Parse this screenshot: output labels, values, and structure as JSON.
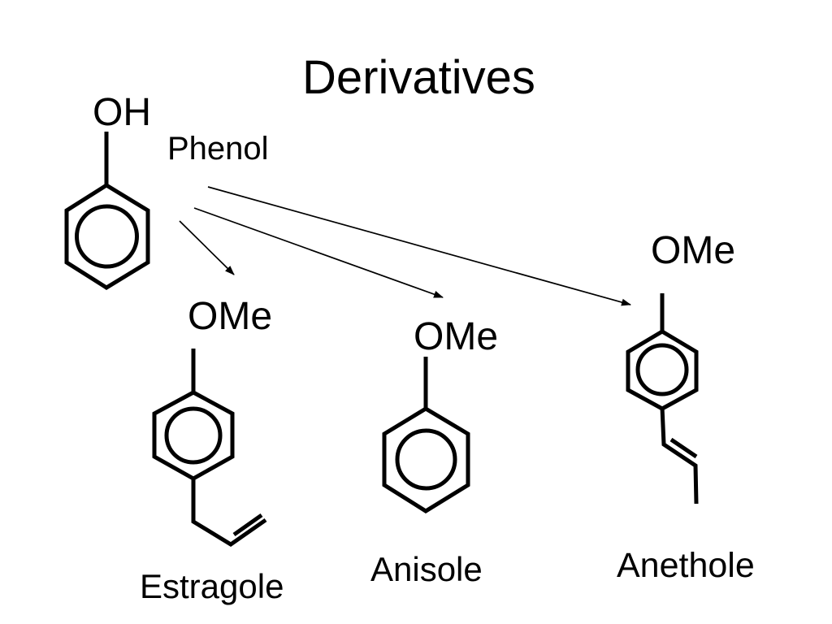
{
  "slide": {
    "title": "Derivatives",
    "background_color": "#ffffff",
    "ink_color": "#000000"
  },
  "phenol": {
    "substituent": "OH",
    "name": "Phenol"
  },
  "estragole": {
    "substituent": "OMe",
    "name": "Estragole"
  },
  "anisole": {
    "substituent": "OMe",
    "name": "Anisole"
  },
  "anethole": {
    "substituent": "OMe",
    "name": "Anethole"
  },
  "arrows": [
    {
      "from": "Phenol",
      "to": "Estragole"
    },
    {
      "from": "Phenol",
      "to": "Anisole"
    },
    {
      "from": "Phenol",
      "to": "Anethole"
    }
  ]
}
